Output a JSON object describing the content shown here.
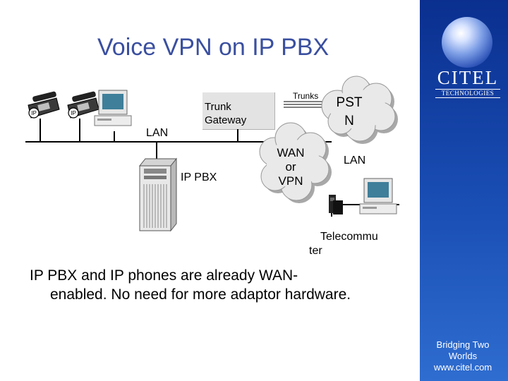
{
  "title": "Voice VPN on IP PBX",
  "brand": {
    "logo_word": "CITEL",
    "logo_sub": "TECHNOLOGIES",
    "footer_line1": "Bridging Two",
    "footer_line2": "Worlds",
    "footer_line3": "www.citel.com",
    "panel_color": "#1a4fb5"
  },
  "diagram": {
    "trunk_gateway_line1": "Trunk",
    "trunk_gateway_line2": "Gateway",
    "trunks": "Trunks",
    "pstn_line1": "PST",
    "pstn_line2": "N",
    "lan_main": "LAN",
    "ip_pbx": "IP PBX",
    "wan_line1": "WAN",
    "wan_line2": "or",
    "wan_line3": "VPN",
    "lan_remote": "LAN",
    "telecommuter_line1": "Telecommu",
    "telecommuter_line2": "ter",
    "phone_badge": "IP"
  },
  "caption": {
    "line1": "IP PBX and IP phones are already WAN-",
    "line2": "enabled. No need for more adaptor hardware."
  },
  "icons": [
    "ip-phone-icon",
    "desktop-computer-icon",
    "server-tower-icon",
    "cloud-icon",
    "cordless-phone-icon"
  ]
}
